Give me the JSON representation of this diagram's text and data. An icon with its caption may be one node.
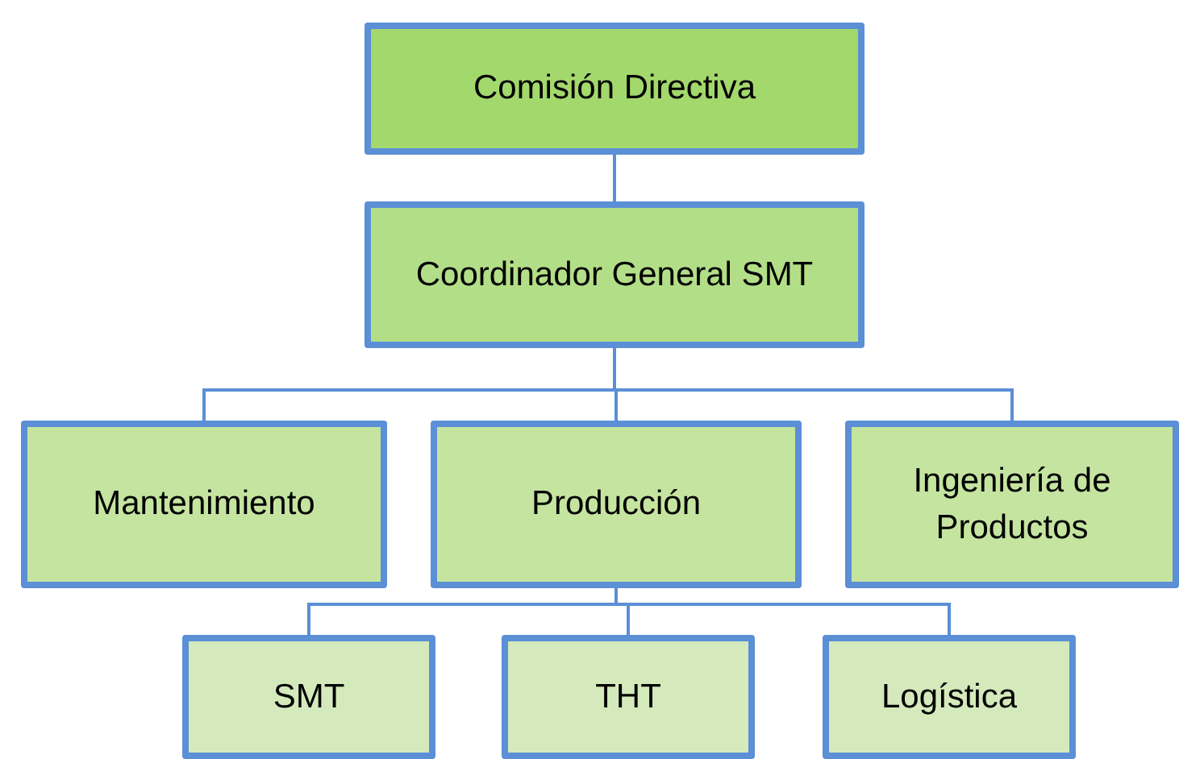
{
  "diagram": {
    "nodes": [
      {
        "text": [
          "Comisión Directiva"
        ]
      },
      {
        "text": [
          "Coordinador General SMT"
        ]
      },
      {
        "text": [
          "Mantenimiento"
        ]
      },
      {
        "text": [
          "Producción"
        ]
      },
      {
        "text": [
          "Ingeniería de Productos"
        ]
      },
      {
        "text": [
          "SMT"
        ]
      },
      {
        "text": [
          "THT"
        ]
      },
      {
        "text": [
          "Logística"
        ]
      }
    ],
    "edges": [
      {
        "from": 0,
        "to": 1,
        "arrow": "none"
      },
      {
        "from": 1,
        "to": 2,
        "arrow": "none"
      },
      {
        "from": 1,
        "to": 3,
        "arrow": "none"
      },
      {
        "from": 1,
        "to": 4,
        "arrow": "none"
      },
      {
        "from": 3,
        "to": 5,
        "arrow": "none"
      },
      {
        "from": 3,
        "to": 6,
        "arrow": "none"
      },
      {
        "from": 3,
        "to": 7,
        "arrow": "none"
      }
    ]
  }
}
